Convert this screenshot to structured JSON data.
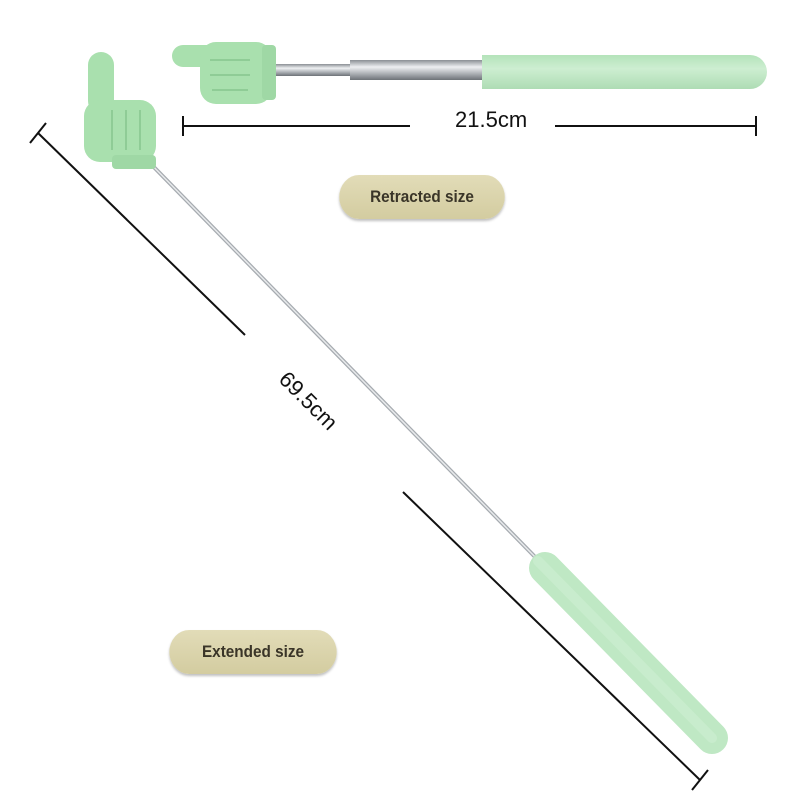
{
  "retracted": {
    "length_label": "21.5cm",
    "badge_label": "Retracted size"
  },
  "extended": {
    "length_label": "69.5cm",
    "badge_label": "Extended size"
  },
  "colors": {
    "handle_green": "#bfe8c4",
    "hand_green": "#a9e0ae",
    "badge": "#d9d3ac",
    "metal": "#b8bcc0"
  }
}
